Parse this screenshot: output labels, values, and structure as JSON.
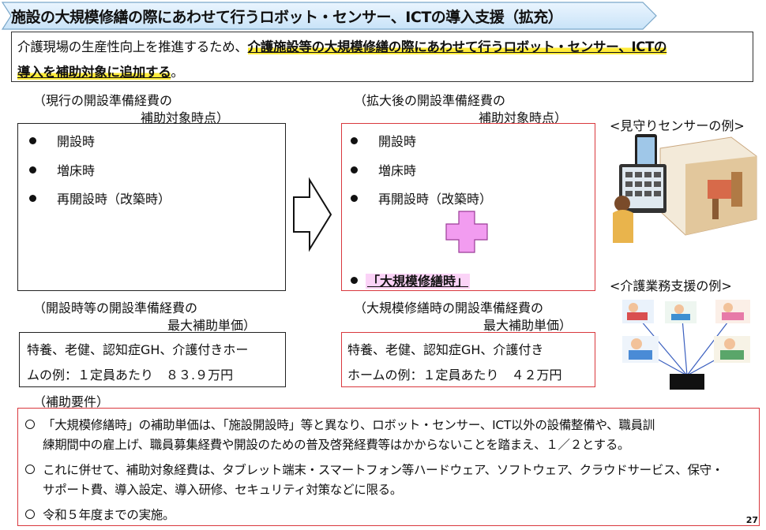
{
  "title": "施設の大規模修繕の際にあわせて行うロボット・センサー、ICTの導入支援（拡充）",
  "intro": {
    "prefix": "介護現場の生産性向上を推進するため、",
    "highlight1": "介護施設等の大規模修繕の際にあわせて行うロボット・センサー、ICTの",
    "highlight2": "導入を補助対象に追加する",
    "suffix": "。"
  },
  "left": {
    "caption1": "（現行の開設準備経費の",
    "caption2": "補助対象時点）",
    "items": [
      "開設時",
      "増床時",
      "再開設時（改築時）"
    ],
    "unit_caption1": "（開設時等の開設準備経費の",
    "unit_caption2": "最大補助単価）",
    "unit_line1": "特養、老健、認知症GH、介護付きホー",
    "unit_line2": "ムの例：１定員あたり　８３.９万円"
  },
  "right": {
    "caption1": "（拡大後の開設準備経費の",
    "caption2": "補助対象時点）",
    "items": [
      "開設時",
      "増床時",
      "再開設時（改築時）"
    ],
    "added_item": "「大規模修繕時」",
    "unit_caption1": "（大規模修繕時の開設準備経費の",
    "unit_caption2": "最大補助単価）",
    "unit_line1": "特養、老健、認知症GH、介護付き",
    "unit_line2": "ホームの例：１定員あたり　４２万円"
  },
  "examples": {
    "sensor_caption": "<見守りセンサーの例>",
    "care_caption": "<介護業務支援の例>"
  },
  "requirements": {
    "caption": "（補助要件）",
    "items": [
      [
        "「大規模修繕時」の補助単価は、「施設開設時」等と異なり、ロボット・センサー、ICT以外の設備整備や、職員訓",
        "練期間中の雇上げ、職員募集経費や開設のための普及啓発経費等はかからないことを踏まえ、１／２とする。"
      ],
      [
        "これに併せて、補助対象経費は、タブレット端末・スマートフォン等ハードウェア、ソフトウェア、クラウドサービス、保守・",
        "サポート費、導入設定、導入研修、セキュリティ対策などに限る。"
      ],
      [
        "令和５年度までの実施。"
      ]
    ]
  },
  "page_number": "27",
  "colors": {
    "banner": "#dceefb",
    "accent_red": "#d9383e",
    "plus": "#f29cf0",
    "highlight": "#ffeb3b"
  }
}
